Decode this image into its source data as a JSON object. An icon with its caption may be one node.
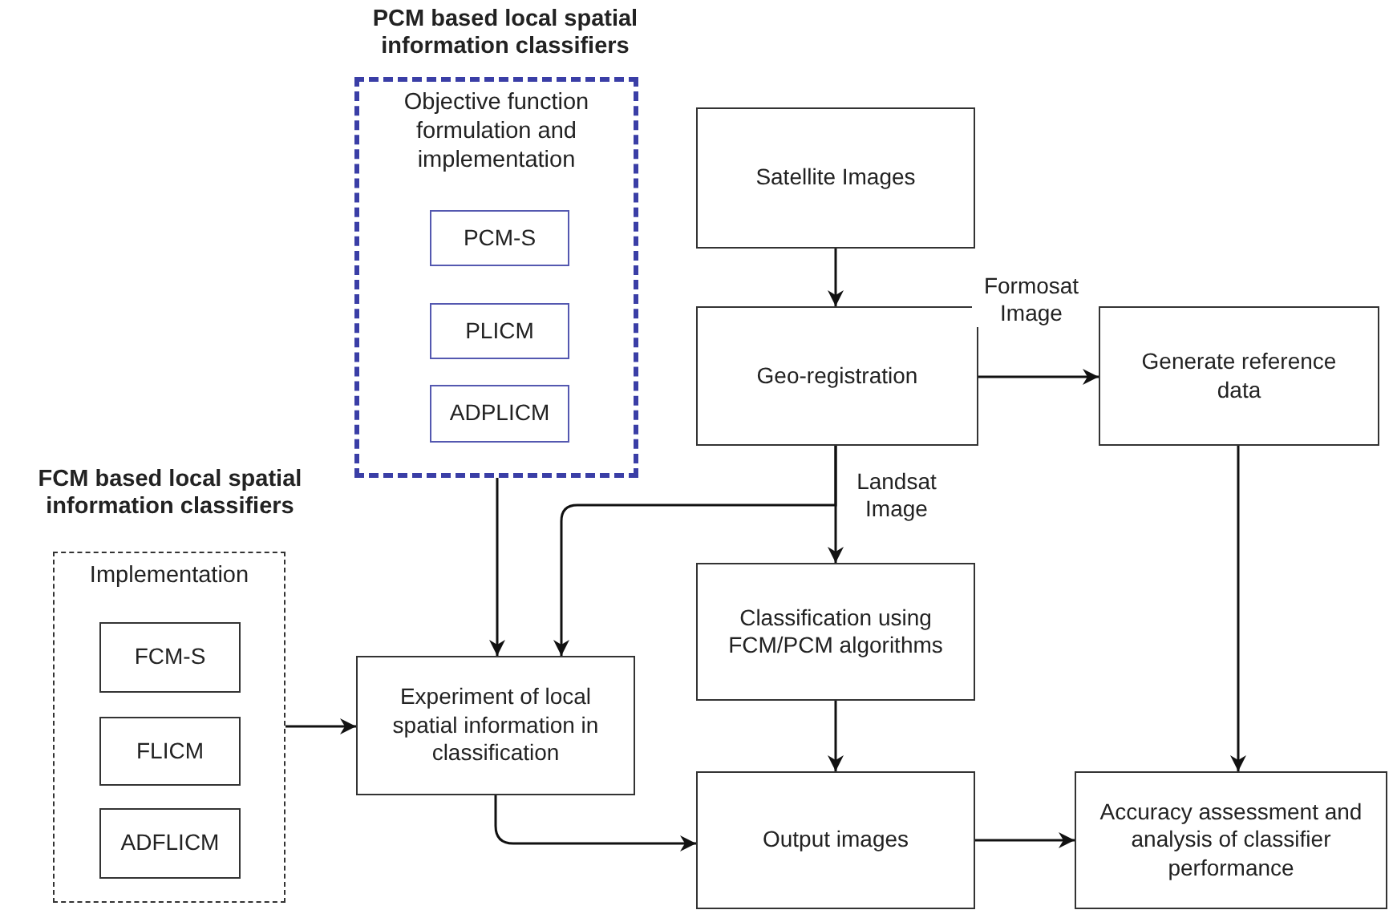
{
  "diagram": {
    "nodes": [
      {
        "text": [
          "PCM based local spatial information classifiers",
          "Objective function formulation and implementation"
        ]
      },
      {
        "text": [
          "PCM-S"
        ],
        "in": 0
      },
      {
        "text": [
          "PLICM"
        ],
        "in": 0
      },
      {
        "text": [
          "ADPLICM"
        ],
        "in": 0
      },
      {
        "text": [
          "Satellite Images"
        ]
      },
      {
        "text": [
          "Geo-registration"
        ]
      },
      {
        "text": [
          "Generate reference data"
        ]
      },
      {
        "text": [
          "FCM based local spatial information classifiers",
          "Implementation"
        ]
      },
      {
        "text": [
          "FCM-S"
        ],
        "in": 7
      },
      {
        "text": [
          "FLICM"
        ],
        "in": 7
      },
      {
        "text": [
          "ADFLICM"
        ],
        "in": 7
      },
      {
        "text": [
          "Classification using FCM/PCM algorithms"
        ]
      },
      {
        "text": [
          "Experiment of local spatial information in classification"
        ]
      },
      {
        "text": [
          "Output images"
        ]
      },
      {
        "text": [
          "Accuracy assessment and analysis of classifier performance"
        ]
      }
    ],
    "edges": [
      {
        "from": 4,
        "to": 5,
        "arrow": "to"
      },
      {
        "from": 5,
        "to": 6,
        "arrow": "to",
        "label": "Formosat Image"
      },
      {
        "from": 5,
        "to": 11,
        "arrow": "to",
        "label": "Landsat Image"
      },
      {
        "from": 5,
        "to": 12,
        "arrow": "to"
      },
      {
        "from": 0,
        "to": 12,
        "arrow": "to"
      },
      {
        "from": 7,
        "to": 12,
        "arrow": "to"
      },
      {
        "from": 12,
        "to": 13,
        "arrow": "to"
      },
      {
        "from": 11,
        "to": 13,
        "arrow": "to"
      },
      {
        "from": 13,
        "to": 14,
        "arrow": "to"
      },
      {
        "from": 6,
        "to": 14,
        "arrow": "to"
      }
    ]
  }
}
